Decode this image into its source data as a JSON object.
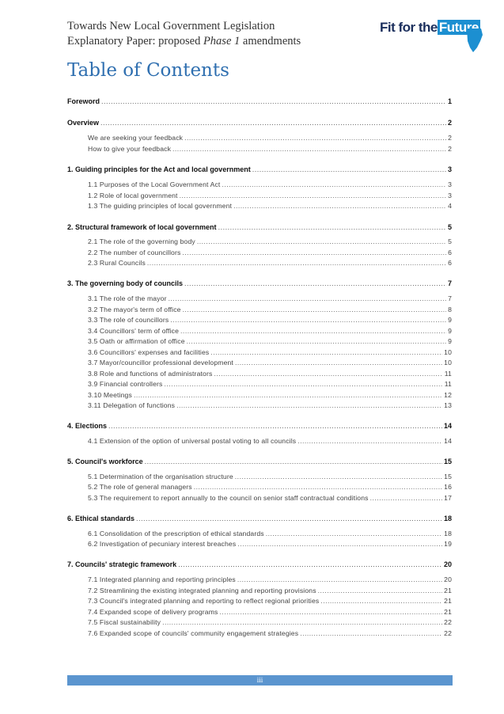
{
  "header": {
    "line1": "Towards New Local Government Legislation",
    "line2_prefix": "Explanatory Paper: proposed ",
    "line2_italic": "Phase 1",
    "line2_suffix": " amendments",
    "logo": {
      "text_main": "Fit for the",
      "text_accent": "Future",
      "brand_color": "#1a2e5c",
      "accent_color": "#1c8fd1"
    }
  },
  "toc_heading": "Table of Contents",
  "entries": [
    {
      "label": "Foreword",
      "page": "1",
      "level": 1
    },
    {
      "label": "Overview",
      "page": "2",
      "level": 1
    },
    {
      "label": "We are seeking your feedback",
      "page": "2",
      "level": 2
    },
    {
      "label": "How to give your feedback",
      "page": "2",
      "level": 2
    },
    {
      "label": "1. Guiding principles for the Act and local government",
      "page": "3",
      "level": 1
    },
    {
      "label": "1.1 Purposes of the Local Government Act",
      "page": "3",
      "level": 2
    },
    {
      "label": "1.2 Role of local government",
      "page": "3",
      "level": 2
    },
    {
      "label": "1.3 The guiding principles of local government",
      "page": "4",
      "level": 2
    },
    {
      "label": "2. Structural framework of local government",
      "page": "5",
      "level": 1
    },
    {
      "label": "2.1 The role of the governing body",
      "page": "5",
      "level": 2
    },
    {
      "label": "2.2 The number of councillors",
      "page": "6",
      "level": 2
    },
    {
      "label": "2.3 Rural Councils",
      "page": "6",
      "level": 2
    },
    {
      "label": "3. The governing body of councils",
      "page": "7",
      "level": 1
    },
    {
      "label": "3.1 The role of the mayor",
      "page": "7",
      "level": 2
    },
    {
      "label": "3.2 The mayor's term of office",
      "page": "8",
      "level": 2
    },
    {
      "label": "3.3 The role of councillors",
      "page": "9",
      "level": 2
    },
    {
      "label": "3.4 Councillors' term of office",
      "page": "9",
      "level": 2
    },
    {
      "label": "3.5 Oath or affirmation of office",
      "page": "9",
      "level": 2
    },
    {
      "label": "3.6 Councillors' expenses and facilities",
      "page": "10",
      "level": 2
    },
    {
      "label": "3.7 Mayor/councillor professional development",
      "page": "10",
      "level": 2
    },
    {
      "label": "3.8 Role and functions of administrators",
      "page": "11",
      "level": 2
    },
    {
      "label": "3.9 Financial controllers",
      "page": "11",
      "level": 2
    },
    {
      "label": "3.10 Meetings",
      "page": "12",
      "level": 2
    },
    {
      "label": "3.11 Delegation of functions",
      "page": "13",
      "level": 2
    },
    {
      "label": "4. Elections",
      "page": "14",
      "level": 1
    },
    {
      "label": "4.1 Extension of the option of universal postal voting to all councils",
      "page": "14",
      "level": 2
    },
    {
      "label": "5. Council's workforce",
      "page": "15",
      "level": 1
    },
    {
      "label": "5.1 Determination of the organisation structure",
      "page": "15",
      "level": 2
    },
    {
      "label": "5.2 The role of general managers",
      "page": "16",
      "level": 2
    },
    {
      "label": "5.3 The requirement to report annually to the council on senior staff contractual conditions",
      "page": "17",
      "level": 2
    },
    {
      "label": "6. Ethical standards",
      "page": "18",
      "level": 1
    },
    {
      "label": "6.1 Consolidation of the prescription of ethical standards",
      "page": "18",
      "level": 2
    },
    {
      "label": "6.2 Investigation of pecuniary interest breaches",
      "page": "19",
      "level": 2
    },
    {
      "label": "7. Councils' strategic framework",
      "page": "20",
      "level": 1
    },
    {
      "label": "7.1 Integrated planning and reporting principles",
      "page": "20",
      "level": 2
    },
    {
      "label": "7.2 Streamlining the existing integrated planning and reporting provisions",
      "page": "21",
      "level": 2
    },
    {
      "label": "7.3 Council's integrated planning and reporting to reflect regional priorities",
      "page": "21",
      "level": 2
    },
    {
      "label": "7.4 Expanded scope of delivery programs",
      "page": "21",
      "level": 2
    },
    {
      "label": "7.5 Fiscal sustainability",
      "page": "22",
      "level": 2
    },
    {
      "label": "7.6 Expanded scope of councils' community engagement strategies",
      "page": "22",
      "level": 2
    }
  ],
  "footer": {
    "page_number": "iii",
    "bar_color": "#5b95cf"
  }
}
